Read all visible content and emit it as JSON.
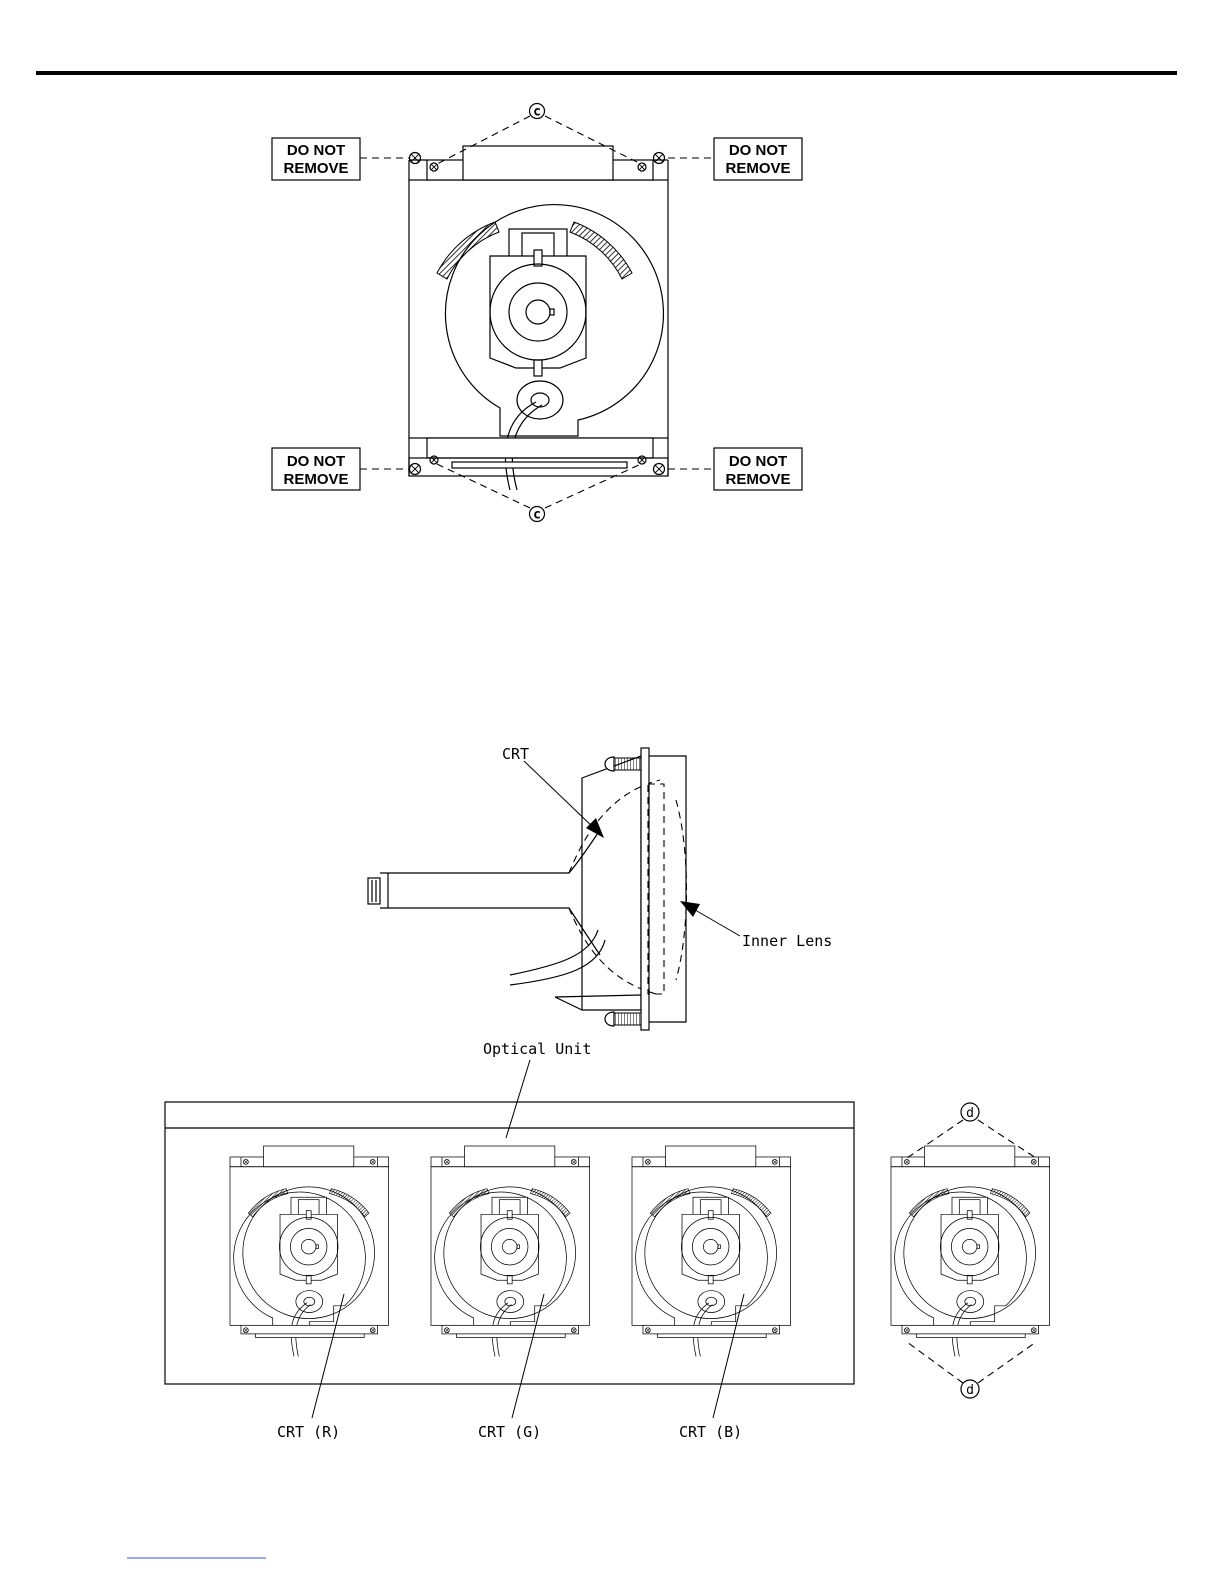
{
  "top_diagram": {
    "warning_labels": [
      {
        "line1": "DO NOT",
        "line2": "REMOVE"
      },
      {
        "line1": "DO NOT",
        "line2": "REMOVE"
      },
      {
        "line1": "DO NOT",
        "line2": "REMOVE"
      },
      {
        "line1": "DO NOT",
        "line2": "REMOVE"
      }
    ],
    "callout_top": "c",
    "callout_bottom": "c"
  },
  "side_view": {
    "crt_label": "CRT",
    "inner_lens_label": "Inner Lens"
  },
  "bottom_diagram": {
    "optical_unit_label": "Optical Unit",
    "crt_labels": [
      "CRT (R)",
      "CRT (G)",
      "CRT (B)"
    ],
    "callout_top": "d",
    "callout_bottom": "d"
  }
}
